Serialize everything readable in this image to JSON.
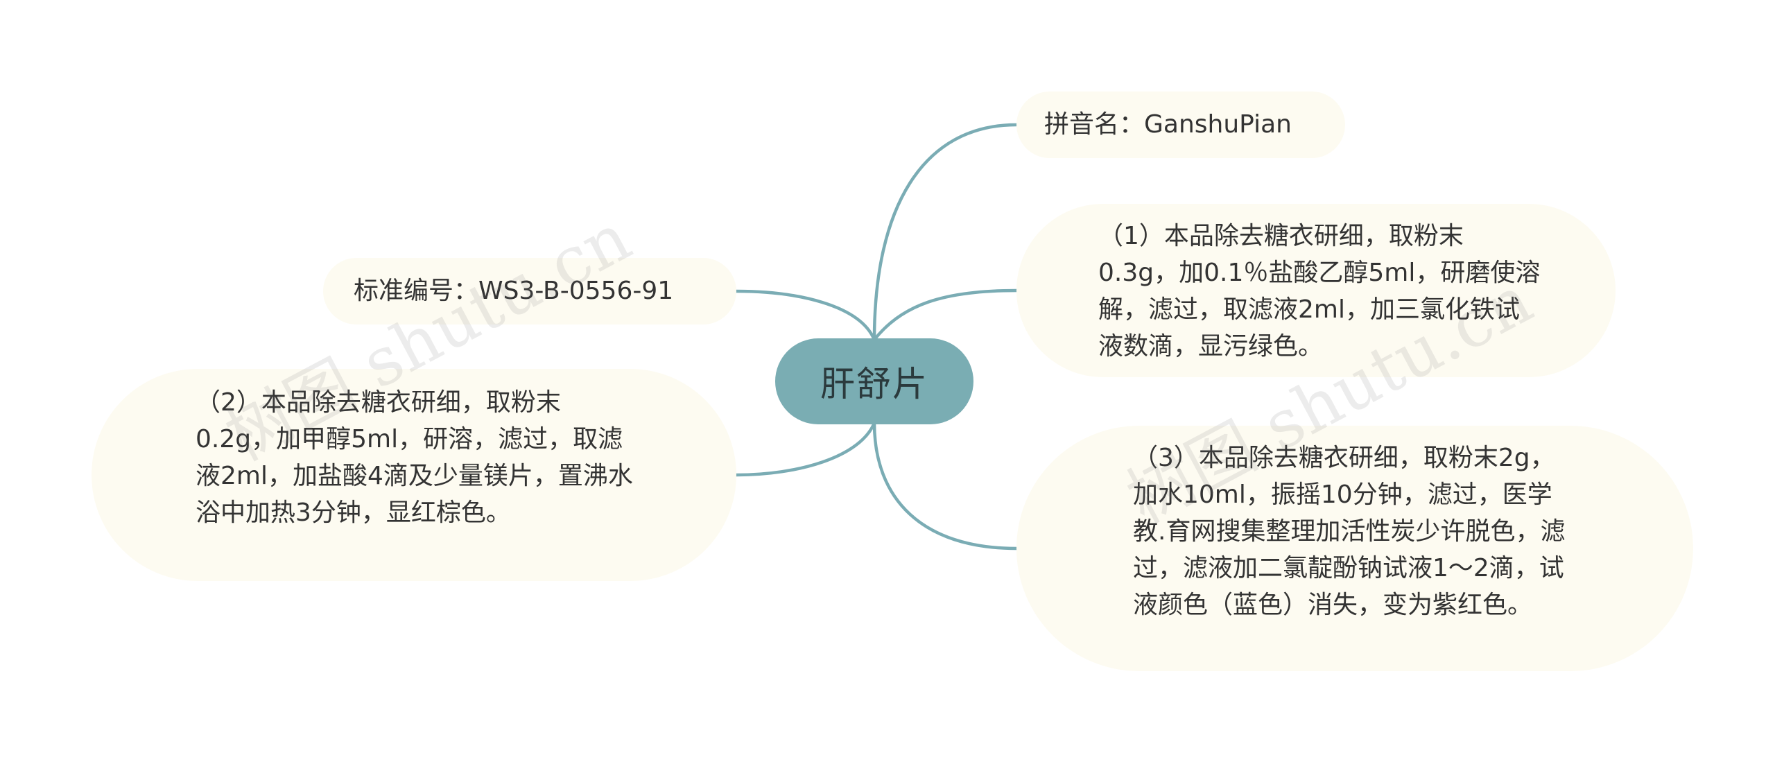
{
  "colors": {
    "link": "#7aacb4",
    "root_fill": "#7aadb3",
    "node_fill": "#fdfbf1",
    "text": "#333333"
  },
  "root": {
    "label": "肝舒片"
  },
  "nodes": {
    "pinyin": "拼音名：GanshuPian",
    "standard": "标准编号：WS3-B-0556-91",
    "test1": "（1）本品除去糖衣研细，取粉末0.3g，加0.1％盐酸乙醇5ml，研磨使溶解，滤过，取滤液2ml，加三氯化铁试液数滴，显污绿色。",
    "test2": "（2）本品除去糖衣研细，取粉末0.2g，加甲醇5ml，研溶，滤过，取滤液2ml，加盐酸4滴及少量镁片，置沸水浴中加热3分钟，显红棕色。",
    "test3": "（3）本品除去糖衣研细，取粉末2g，加水10ml，振摇10分钟，滤过，医学教.育网搜集整理加活性炭少许脱色，滤过，滤液加二氯靛酚钠试液1～2滴，试液颜色（蓝色）消失，变为紫红色。"
  },
  "watermark": {
    "left": "树图 shutu.cn",
    "right": "树图 shutu.cn"
  }
}
